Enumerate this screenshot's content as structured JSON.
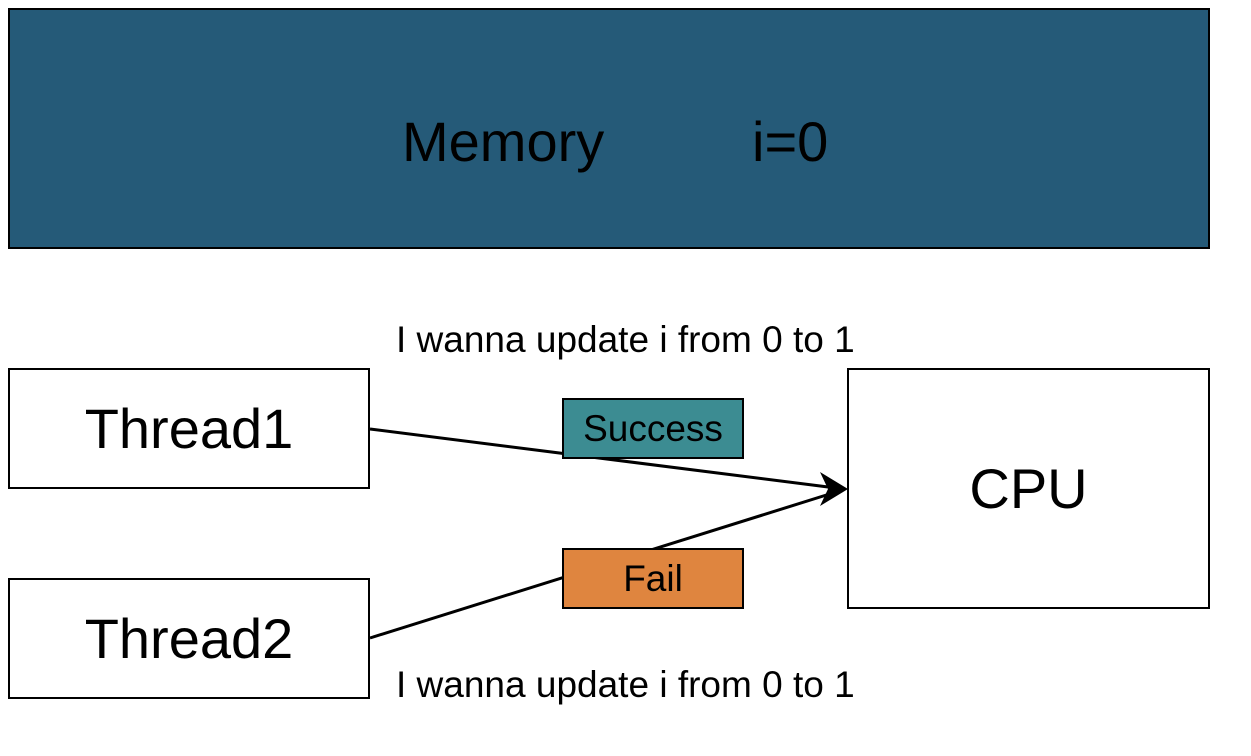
{
  "memory": {
    "label": "Memory",
    "value": "i=0",
    "color": "#255a78"
  },
  "threads": [
    {
      "label": "Thread1",
      "request": "I wanna update i from 0 to 1"
    },
    {
      "label": "Thread2",
      "request": "I wanna update i from 0 to 1"
    }
  ],
  "cpu": {
    "label": "CPU"
  },
  "results": {
    "success": {
      "label": "Success",
      "color": "#3c8c92"
    },
    "fail": {
      "label": "Fail",
      "color": "#df853f"
    }
  }
}
